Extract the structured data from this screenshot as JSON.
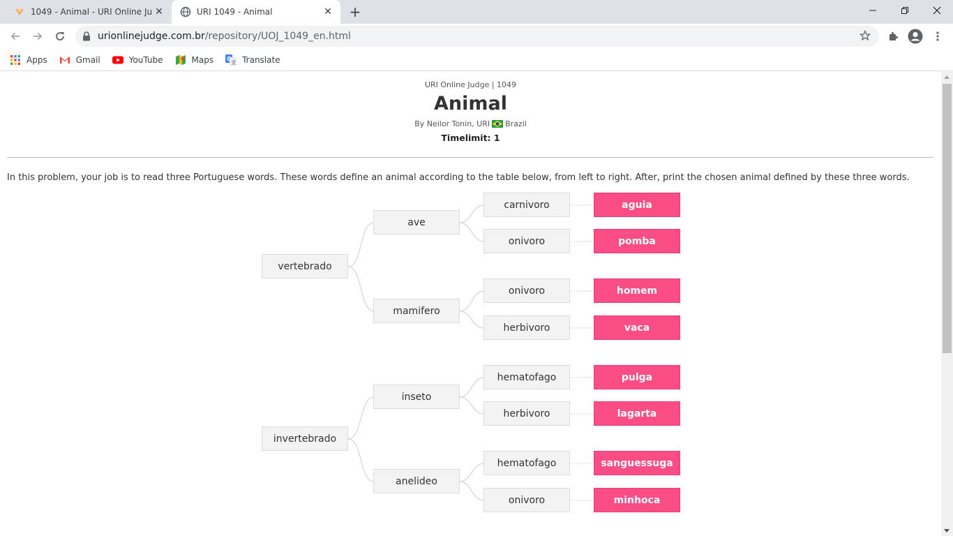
{
  "browser": {
    "tabs": [
      {
        "title": "1049 - Animal - URI Online Judge",
        "active": false
      },
      {
        "title": "URI 1049 - Animal",
        "active": true
      }
    ],
    "url_host": "urionlinejudge.com.br",
    "url_path": "/repository/UOJ_1049_en.html",
    "bookmarks": [
      {
        "label": "Apps",
        "icon": "apps-grid-icon"
      },
      {
        "label": "Gmail",
        "icon": "gmail-icon"
      },
      {
        "label": "YouTube",
        "icon": "youtube-icon"
      },
      {
        "label": "Maps",
        "icon": "maps-icon"
      },
      {
        "label": "Translate",
        "icon": "translate-icon"
      }
    ]
  },
  "problem": {
    "subtitle": "URI Online Judge | 1049",
    "title": "Animal",
    "byline": "By Neilor Tonin, URI",
    "country": "Brazil",
    "timelimit": "Timelimit: 1",
    "description": "In this problem, your job is to read three Portuguese words. These words define an animal according to the table below, from left to right. After, print the chosen animal defined by these three words."
  },
  "tree": {
    "level1": [
      "vertebrado",
      "invertebrado"
    ],
    "level2": [
      "ave",
      "mamifero",
      "inseto",
      "anelideo"
    ],
    "level3": [
      "carnivoro",
      "onivoro",
      "onivoro",
      "herbivoro",
      "hematofago",
      "herbivoro",
      "hematofago",
      "onivoro"
    ],
    "animals": [
      "aguia",
      "pomba",
      "homem",
      "vaca",
      "pulga",
      "lagarta",
      "sanguessuga",
      "minhoca"
    ]
  },
  "colors": {
    "leaf": "#fa4d86",
    "node": "#f3f3f3"
  }
}
